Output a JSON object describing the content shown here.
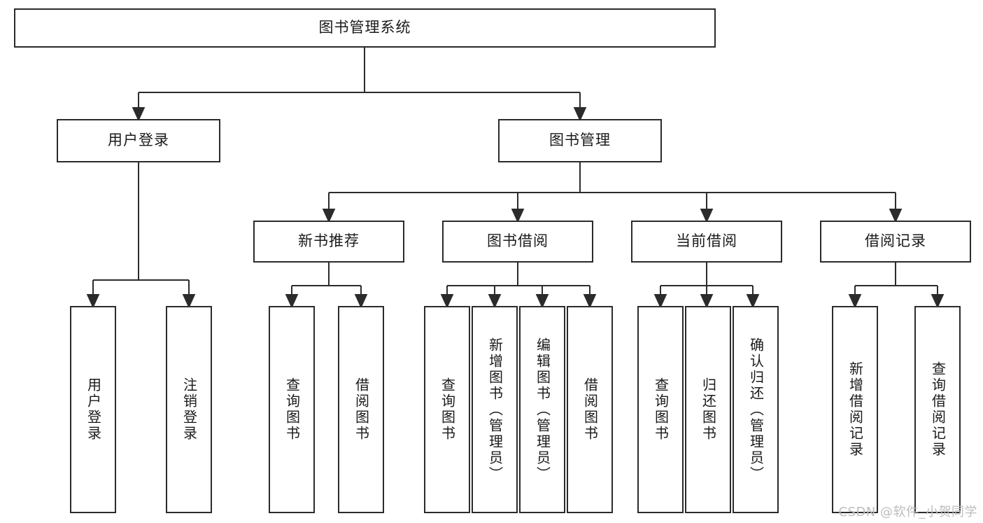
{
  "diagram": {
    "title": "图书管理系统",
    "type": "tree-hierarchy",
    "watermark": "CSDN @软件_小贺同学",
    "colors": {
      "box_border": "#2b2b2b",
      "box_fill": "#ffffff",
      "edge": "#2b2b2b",
      "text": "#1a1a1a",
      "watermark": "#bdbdbd"
    }
  },
  "nodes": {
    "root": {
      "label": "图书管理系统"
    },
    "level2": [
      {
        "label": "用户登录"
      },
      {
        "label": "图书管理"
      }
    ],
    "level3": [
      {
        "label": "新书推荐"
      },
      {
        "label": "图书借阅"
      },
      {
        "label": "当前借阅"
      },
      {
        "label": "借阅记录"
      }
    ],
    "leaves_user_login": [
      {
        "label": "用户登录"
      },
      {
        "label": "注销登录"
      }
    ],
    "leaves_new_book": [
      {
        "label": "查询图书"
      },
      {
        "label": "借阅图书"
      }
    ],
    "leaves_borrow": [
      {
        "label": "查询图书"
      },
      {
        "label": "新增图书（管理员）"
      },
      {
        "label": "编辑图书（管理员）"
      },
      {
        "label": "借阅图书"
      }
    ],
    "leaves_current": [
      {
        "label": "查询图书"
      },
      {
        "label": "归还图书"
      },
      {
        "label": "确认归还（管理员）"
      }
    ],
    "leaves_record": [
      {
        "label": "新增借阅记录"
      },
      {
        "label": "查询借阅记录"
      }
    ]
  }
}
